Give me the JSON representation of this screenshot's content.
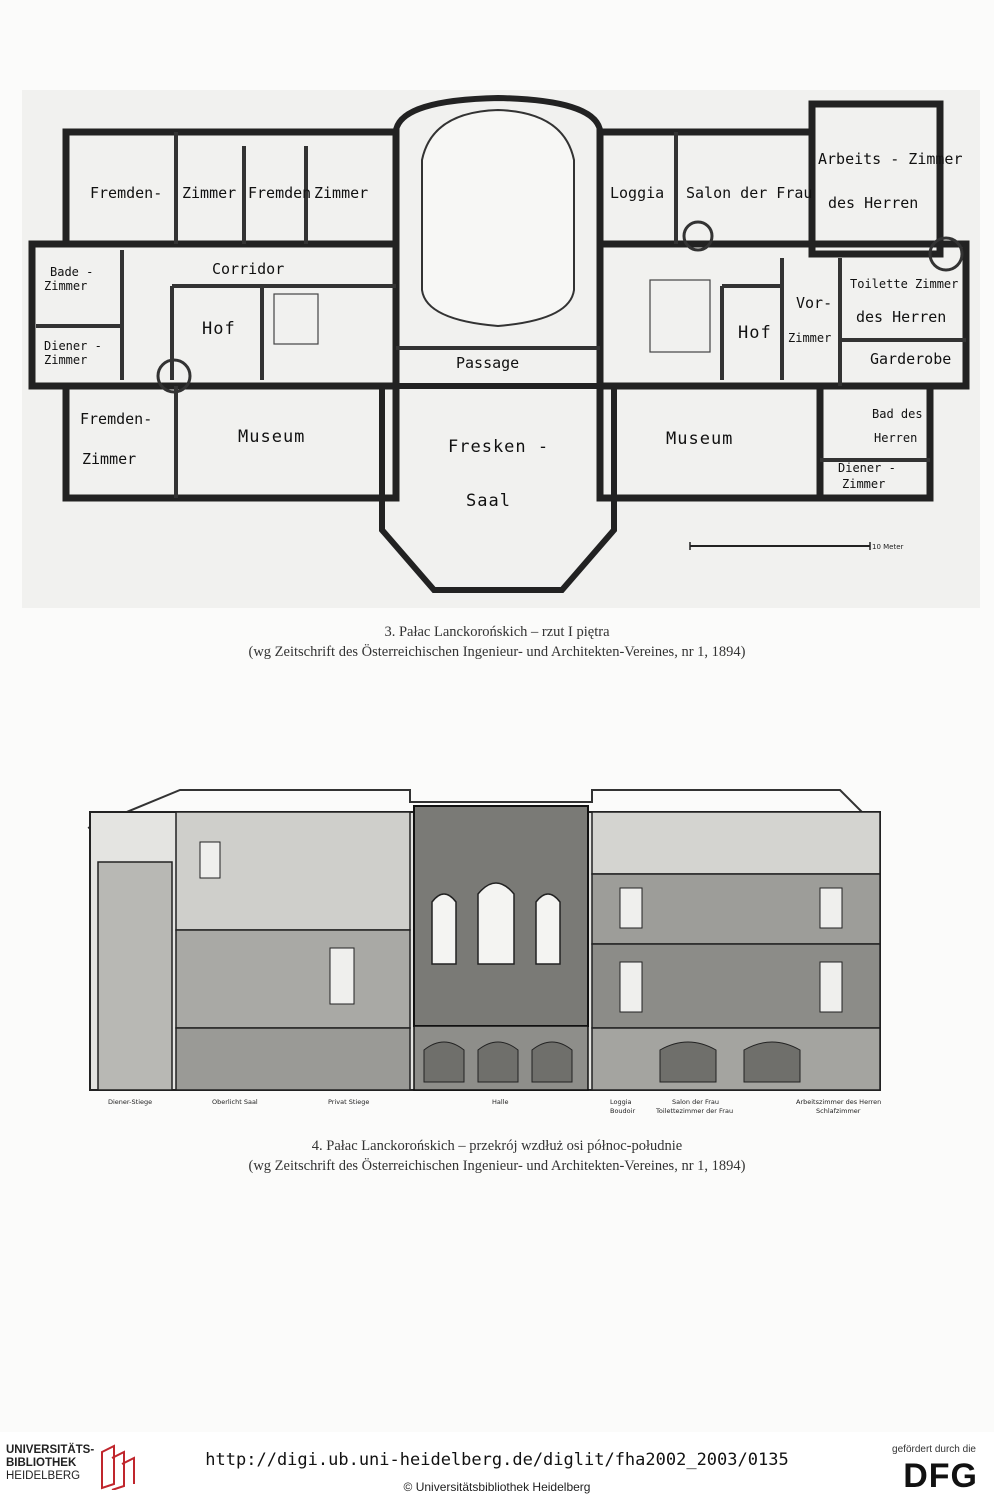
{
  "plan": {
    "rooms": {
      "fremden_zimmer_1": "Fremden-",
      "zimmer_1": "Zimmer",
      "fremden_2": "Fremden",
      "zimmer_2": "Zimmer",
      "loggia": "Loggia",
      "salon": "Salon der Frau",
      "arbeits_1": "Arbeits - Zimmer",
      "arbeits_2": "des Herren",
      "bade_1": "Bade -",
      "bade_2": "Zimmer",
      "corridor": "Corridor",
      "hof_left": "Hof",
      "hof_right": "Hof",
      "diener_l_1": "Diener -",
      "diener_l_2": "Zimmer",
      "vor_1": "Vor-",
      "vor_2": "Zimmer",
      "toilette_1": "Toilette Zimmer",
      "toilette_2": "des Herren",
      "garderobe": "Garderobe",
      "passage": "Passage",
      "fremden_3": "Fremden-",
      "zimmer_3": "Zimmer",
      "museum_left": "Museum",
      "fresken_1": "Fresken -",
      "fresken_2": "Saal",
      "museum_right": "Museum",
      "bad_1": "Bad des",
      "bad_2": "Herren",
      "diener_r_1": "Diener -",
      "diener_r_2": "Zimmer"
    },
    "scale_label": "10 Meter"
  },
  "caption1": {
    "line1": "3. Pałac Lanckorońskich – rzut I piętra",
    "line2": "(wg Zeitschrift des Österreichischen Ingenieur- und Architekten-Vereines, nr 1, 1894)"
  },
  "section": {
    "labels": {
      "diener_stiege": "Diener-Stiege",
      "oberlicht_saal": "Oberlicht Saal",
      "privat_stiege": "Privat Stiege",
      "halle": "Halle",
      "loggia_1": "Loggia",
      "loggia_2": "Boudoir",
      "salon_1": "Salon der Frau",
      "salon_2": "Toilettezimmer der Frau",
      "arbeit_1": "Arbeitszimmer des Herren",
      "arbeit_2": "Schlafzimmer"
    }
  },
  "caption2": {
    "line1": "4. Pałac Lanckorońskich – przekrój wzdłuż osi północ-południe",
    "line2": "(wg Zeitschrift des Österreichischen Ingenieur- und Architekten-Vereines, nr 1, 1894)"
  },
  "footer": {
    "library_line1": "UNIVERSITÄTS-",
    "library_line2": "BIBLIOTHEK",
    "library_line3": "HEIDELBERG",
    "url": "http://digi.ub.uni-heidelberg.de/diglit/fha2002_2003/0135",
    "copyright": "© Universitätsbibliothek Heidelberg",
    "funding_note": "gefördert durch die",
    "funder": "DFG"
  }
}
